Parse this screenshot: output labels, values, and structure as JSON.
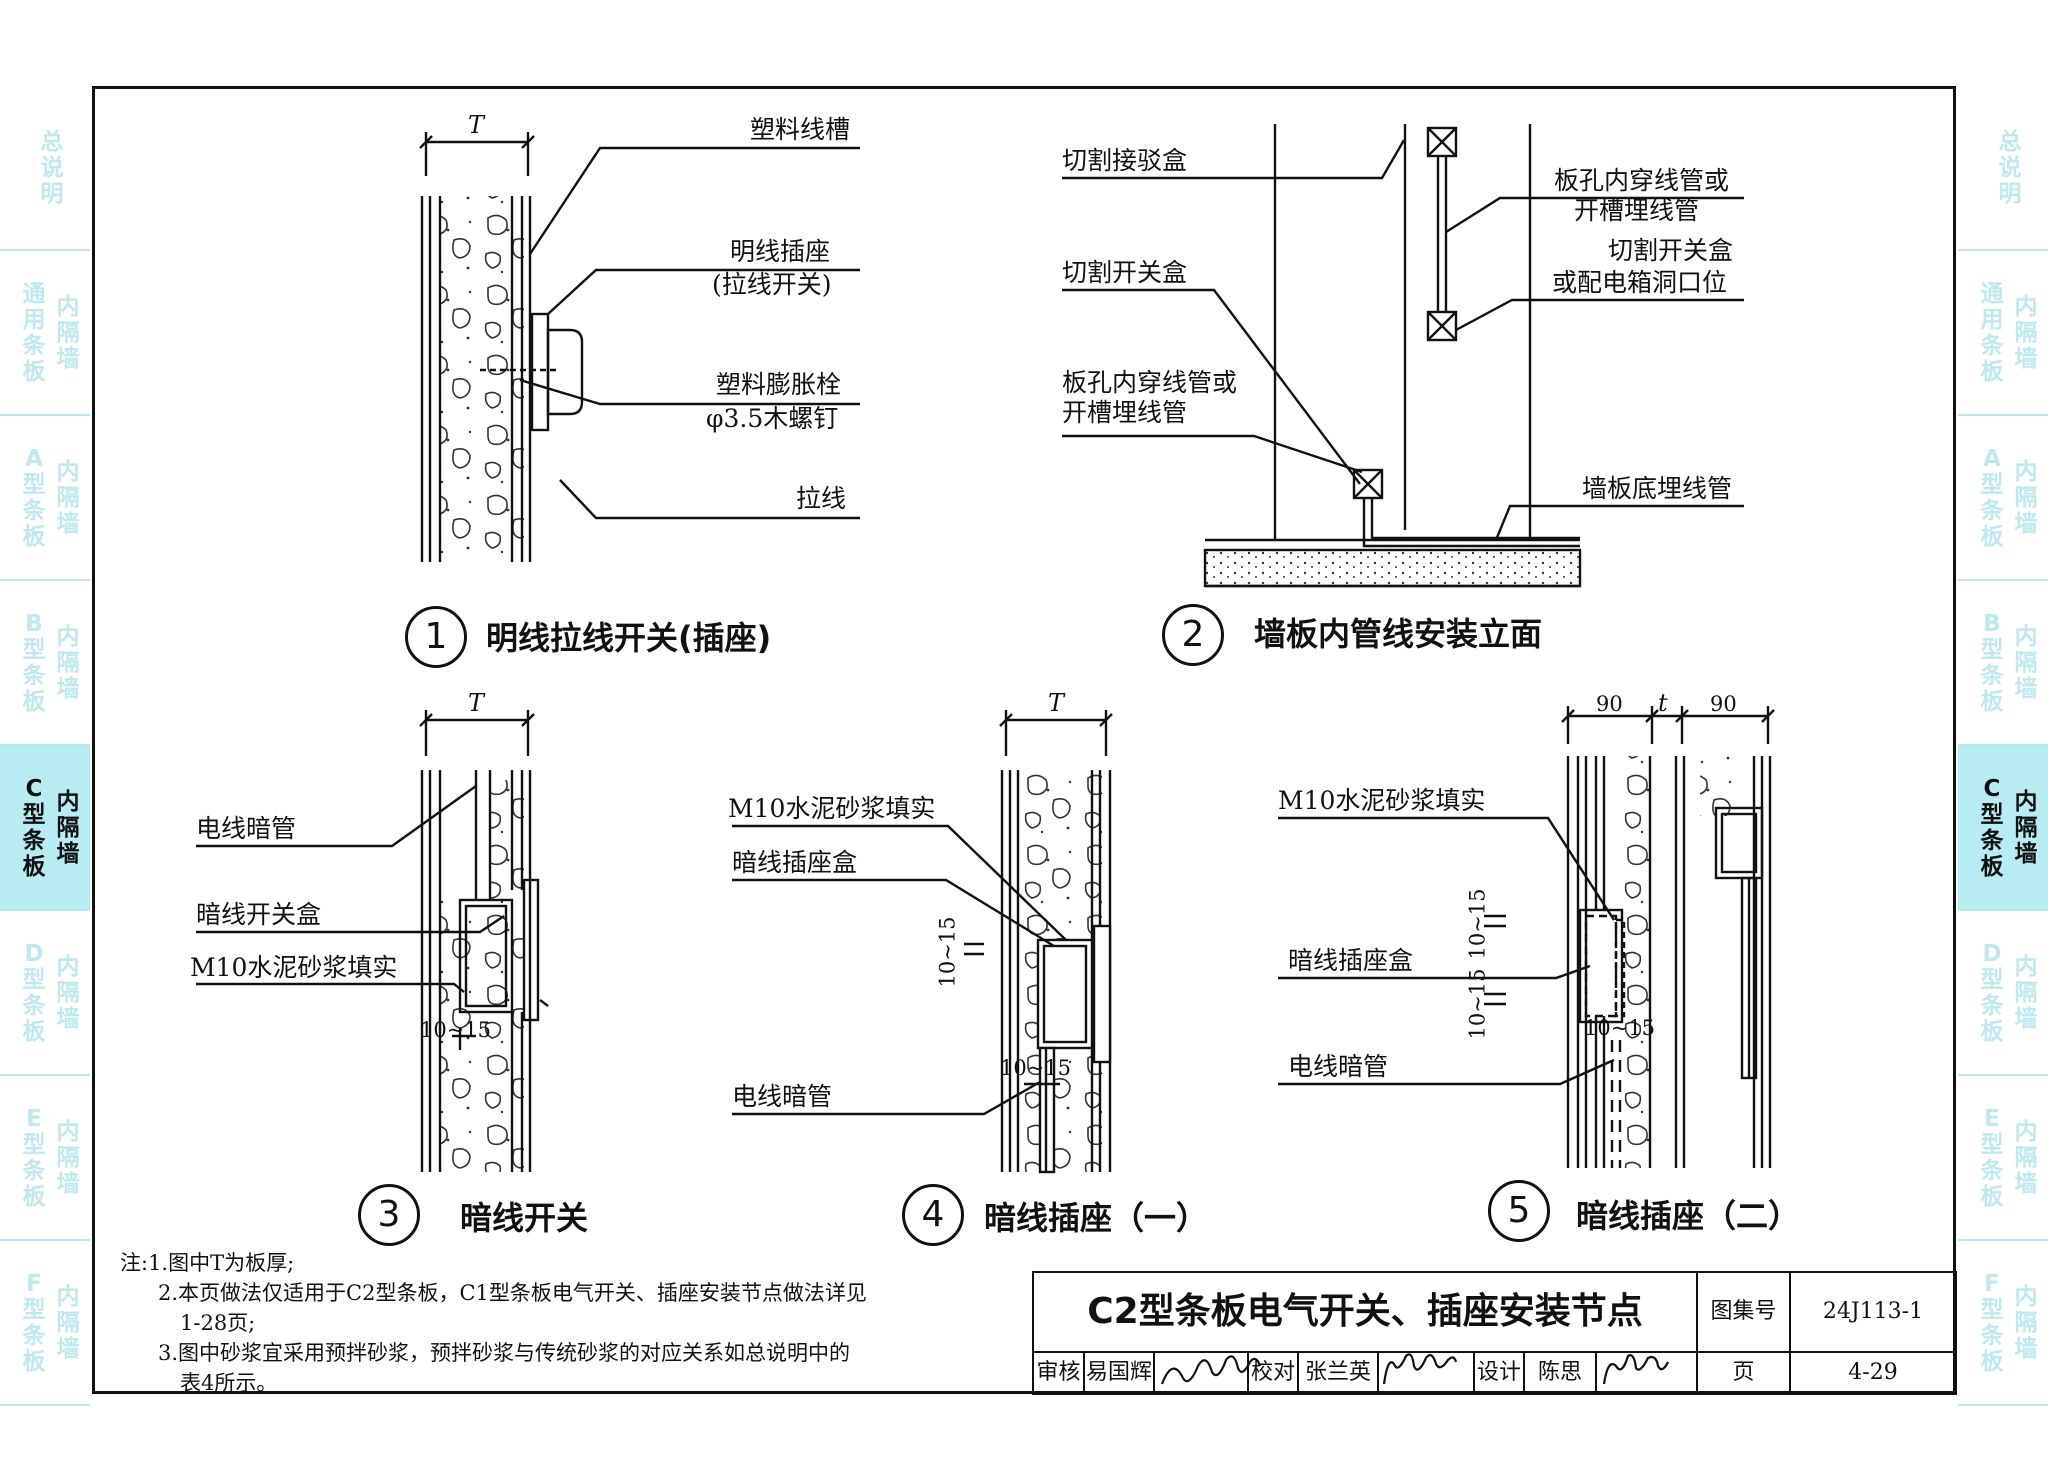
{
  "side_tabs_left": [
    {
      "t1": "总说明",
      "t2": "",
      "active": false
    },
    {
      "t1": "通用条板",
      "t2": "内隔墙",
      "active": false
    },
    {
      "t1": "A型条板",
      "t2": "内隔墙",
      "active": false
    },
    {
      "t1": "B型条板",
      "t2": "内隔墙",
      "active": false
    },
    {
      "t1": "C型条板",
      "t2": "内隔墙",
      "active": true
    },
    {
      "t1": "D型条板",
      "t2": "内隔墙",
      "active": false
    },
    {
      "t1": "E型条板",
      "t2": "内隔墙",
      "active": false
    },
    {
      "t1": "F型条板",
      "t2": "内隔墙",
      "active": false
    }
  ],
  "side_tabs_right": [
    {
      "t1": "总说明",
      "t2": "",
      "active": false
    },
    {
      "t1": "通用条板",
      "t2": "内隔墙",
      "active": false
    },
    {
      "t1": "A型条板",
      "t2": "内隔墙",
      "active": false
    },
    {
      "t1": "B型条板",
      "t2": "内隔墙",
      "active": false
    },
    {
      "t1": "C型条板",
      "t2": "内隔墙",
      "active": true
    },
    {
      "t1": "D型条板",
      "t2": "内隔墙",
      "active": false
    },
    {
      "t1": "E型条板",
      "t2": "内隔墙",
      "active": false
    },
    {
      "t1": "F型条板",
      "t2": "内隔墙",
      "active": false
    }
  ],
  "d1": {
    "num": "1",
    "caption": "明线拉线开关(插座)",
    "dim": "T",
    "l_trough": "塑料线槽",
    "l_socket1": "明线插座",
    "l_socket2": "(拉线开关)",
    "l_anchor1": "塑料膨胀栓",
    "l_anchor2": "φ3.5木螺钉",
    "l_pull": "拉线"
  },
  "d2": {
    "num": "2",
    "caption": "墙板内管线安装立面",
    "l_cutjunction": "切割接驳盒",
    "l_cutswitch": "切割开关盒",
    "l_pipe_a1": "板孔内穿线管或",
    "l_pipe_a2": "开槽埋线管",
    "l_pipe_b1": "板孔内穿线管或",
    "l_pipe_b2": "开槽埋线管",
    "l_cutbox1": "切割开关盒",
    "l_cutbox2": "或配电箱洞口位",
    "l_floorpipe": "墙板底埋线管"
  },
  "d3": {
    "num": "3",
    "caption": "暗线开关",
    "dim": "T",
    "l_conduit": "电线暗管",
    "l_box": "暗线开关盒",
    "l_mortar": "M10水泥砂浆填实",
    "dim_gap": "10~15"
  },
  "d4": {
    "num": "4",
    "caption": "暗线插座（一）",
    "dim": "T",
    "l_mortar": "M10水泥砂浆填实",
    "l_box": "暗线插座盒",
    "l_conduit": "电线暗管",
    "dim_v": "10~15",
    "dim_gap": "10~15"
  },
  "d5": {
    "num": "5",
    "caption": "暗线插座（二）",
    "dim_a": "90",
    "dim_t": "t",
    "dim_b": "90",
    "l_mortar": "M10水泥砂浆填实",
    "l_box": "暗线插座盒",
    "l_conduit": "电线暗管",
    "dim_v1": "10~15",
    "dim_v2": "10~15",
    "dim_gap": "10~15"
  },
  "notes": [
    "注:1.图中T为板厚;",
    "2.本页做法仅适用于C2型条板，C1型条板电气开关、插座安装节点做法详见",
    "1-28页;",
    "3.图中砂浆宜采用预拌砂浆，预拌砂浆与传统砂浆的对应关系如总说明中的",
    "表4所示。"
  ],
  "title_block": {
    "title": "C2型条板电气开关、插座安装节点",
    "atlas_label": "图集号",
    "atlas_value": "24J113-1",
    "review_label": "审核",
    "review_name": "易国辉",
    "check_label": "校对",
    "check_name": "张兰英",
    "design_label": "设计",
    "design_name": "陈思",
    "page_label": "页",
    "page_value": "4-29"
  }
}
